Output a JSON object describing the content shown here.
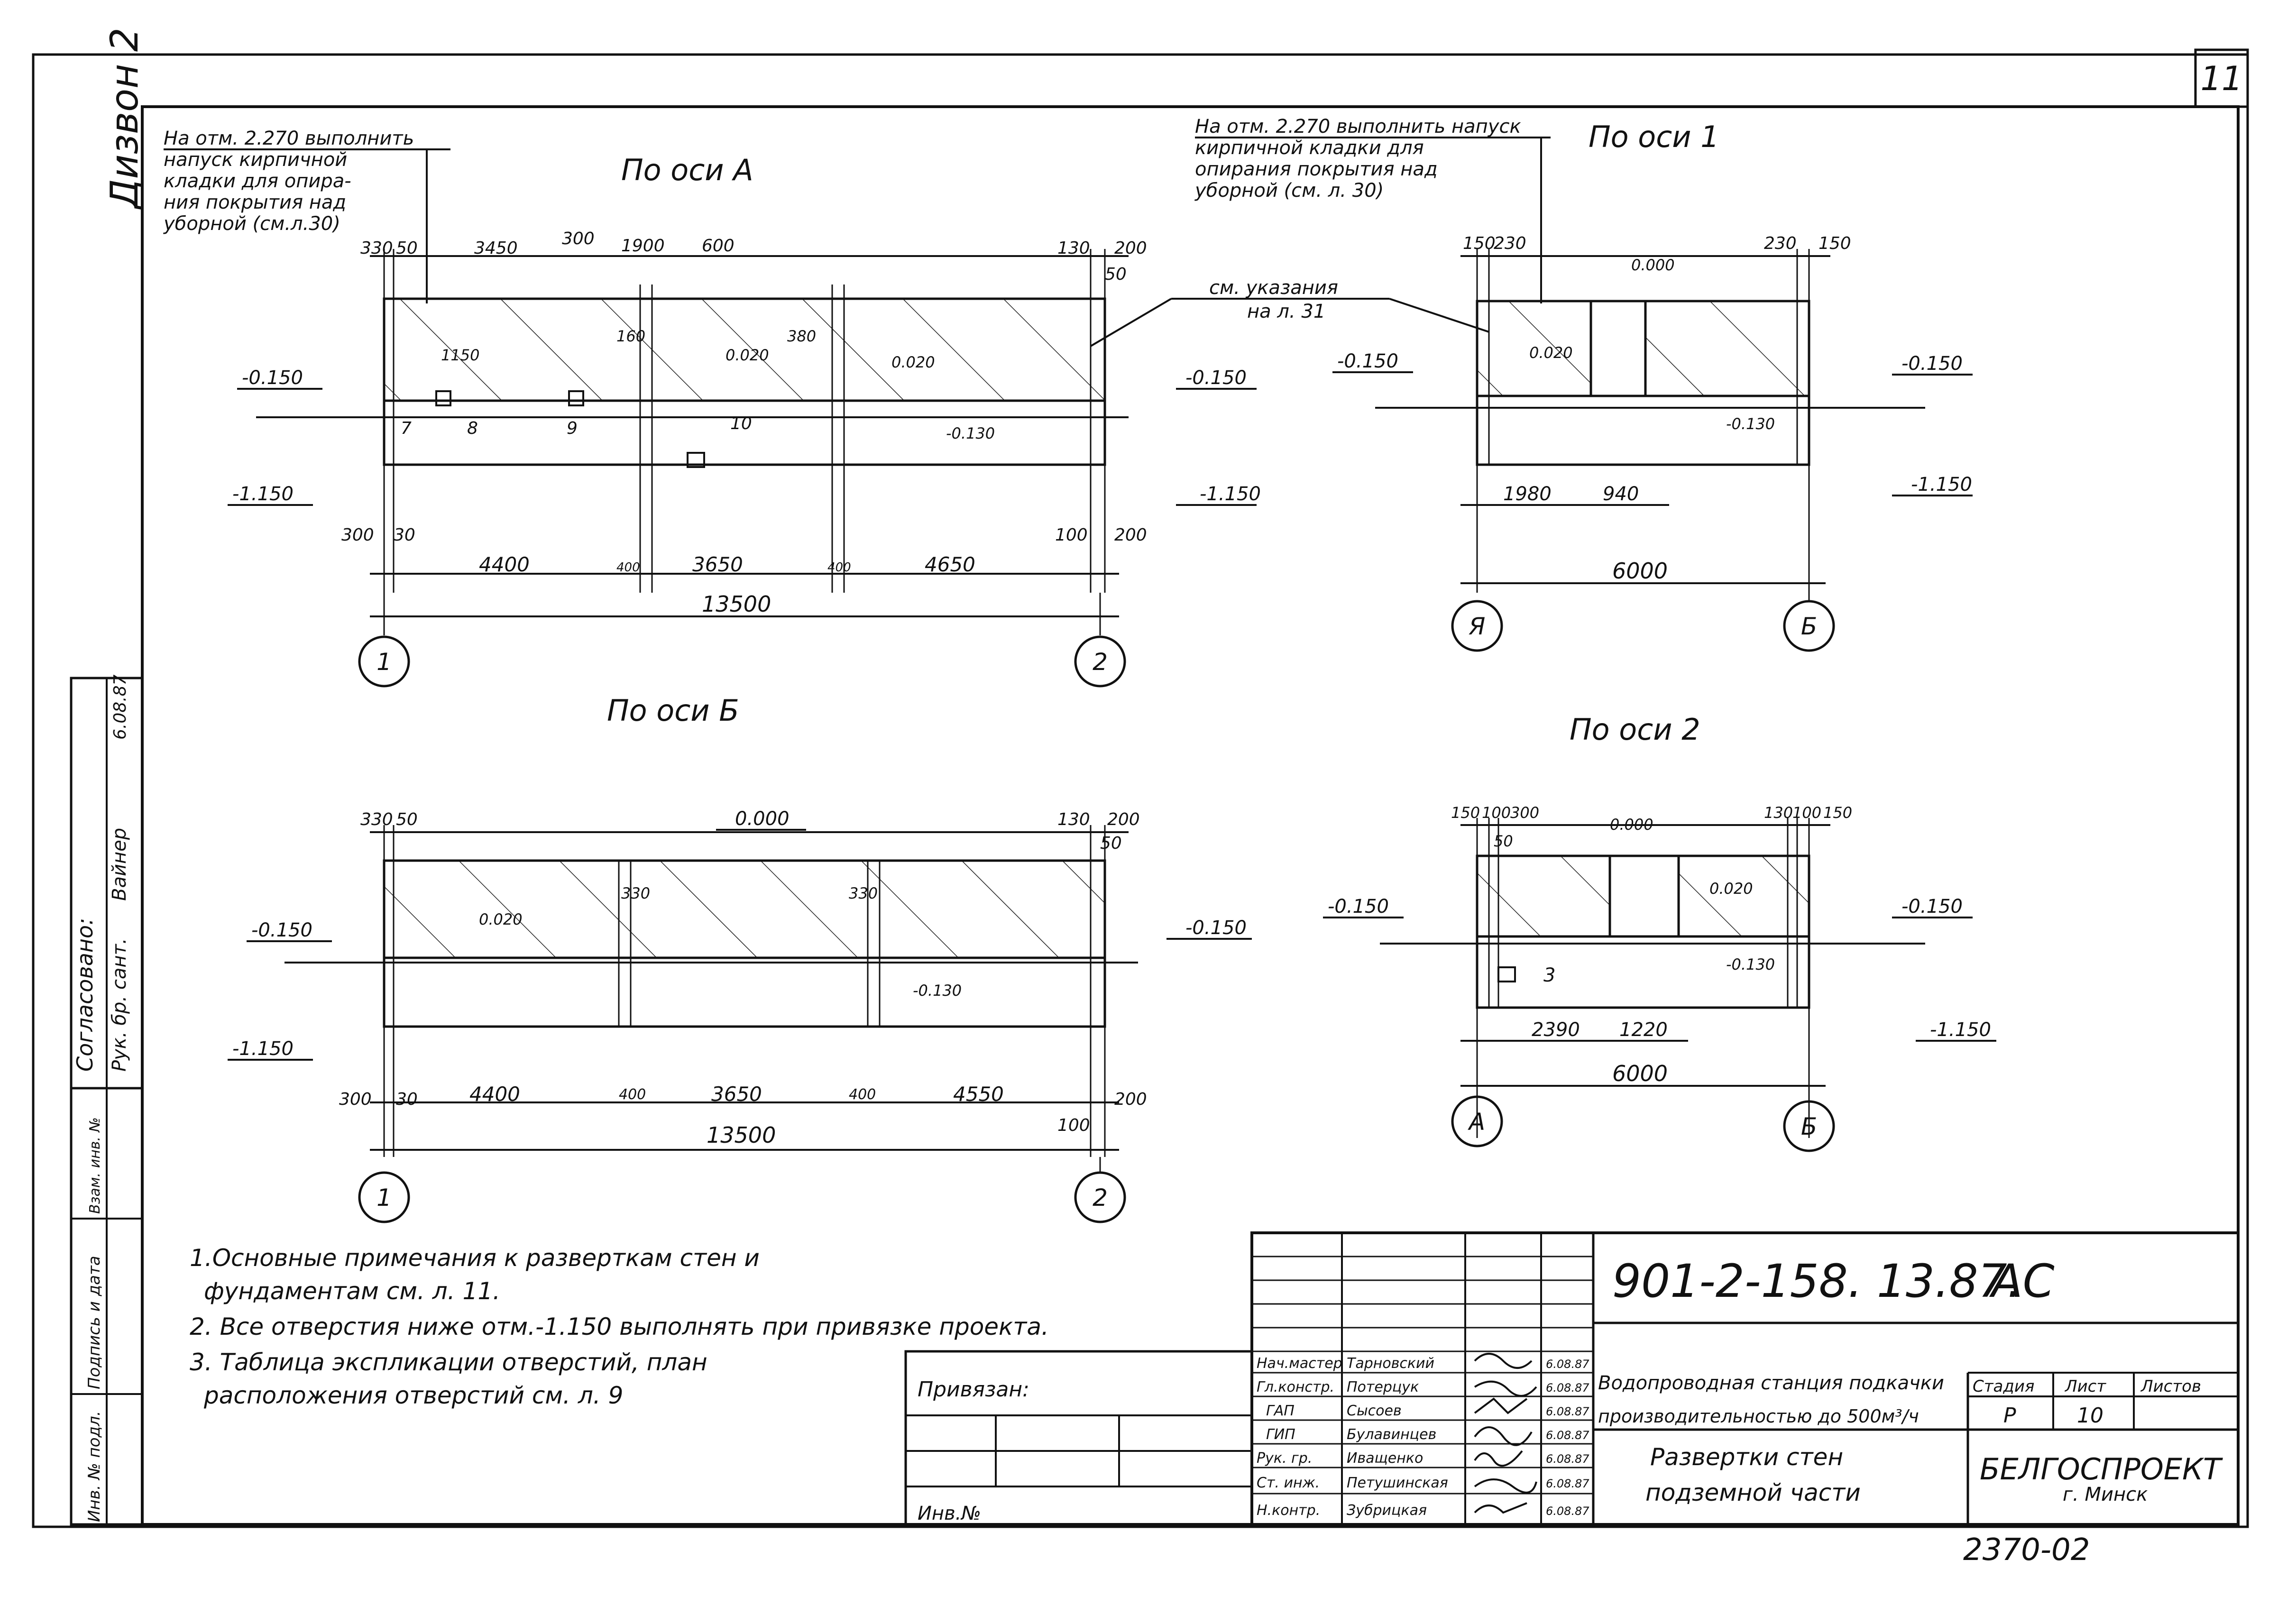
{
  "sheet_number": "11",
  "side_handwritten": "Дизвон 2",
  "views": {
    "axis_a": {
      "title": "По оси А",
      "note": [
        "На отм. 2.270 выполнить",
        "напуск кирпичной",
        "кладки для опира-",
        "ния покрытия над",
        "уборной (см.л.30)"
      ],
      "top_dims": [
        "330",
        "50",
        "3450",
        "300",
        "1900",
        "600",
        "130",
        "200",
        "50"
      ],
      "inner_marks": [
        "1150",
        "160",
        "380",
        "0.020",
        "0.020",
        "-0.130"
      ],
      "left_levels": [
        "-0.150",
        "-1.150"
      ],
      "right_levels": [
        "-0.150",
        "-1.150"
      ],
      "callouts": [
        "7",
        "8",
        "9",
        "10"
      ],
      "bottom_dims": [
        "300",
        "30",
        "100",
        "200",
        "4400",
        "400",
        "3650",
        "400",
        "4650"
      ],
      "total": "13500",
      "axes": [
        "1",
        "2"
      ]
    },
    "axis_1": {
      "title": "По оси 1",
      "note": [
        "На отм. 2.270 выполнить напуск",
        "кирпичной кладки для",
        "опирания покрытия над",
        "уборной (см. л. 30)"
      ],
      "top_dims": [
        "150",
        "230",
        "230",
        "150"
      ],
      "inner_marks": [
        "0.000",
        "0.020",
        "-0.130"
      ],
      "left_level": "-0.150",
      "right_levels": [
        "-0.150",
        "-1.150"
      ],
      "bottom_dims": [
        "1980",
        "940"
      ],
      "total": "6000",
      "axes": [
        "Я",
        "Б"
      ]
    },
    "shared_callout": [
      "см. указания",
      "на л. 31"
    ],
    "axis_b": {
      "title": "По оси Б",
      "top_dims": [
        "330",
        "50",
        "130",
        "200",
        "50"
      ],
      "inner_marks": [
        "0.000",
        "330",
        "330",
        "0.020",
        "-0.130"
      ],
      "left_levels": [
        "-0.150",
        "-1.150"
      ],
      "right_level": "-0.150",
      "bottom_dims": [
        "300",
        "30",
        "4400",
        "400",
        "3650",
        "400",
        "4550",
        "200",
        "100"
      ],
      "total": "13500",
      "axes": [
        "1",
        "2"
      ]
    },
    "axis_2": {
      "title": "По оси 2",
      "top_dims": [
        "150",
        "100",
        "300",
        "50",
        "130",
        "100",
        "150"
      ],
      "inner_marks": [
        "0.000",
        "0.020",
        "-0.130"
      ],
      "left_level": "-0.150",
      "right_levels": [
        "-0.150",
        "-1.150"
      ],
      "callouts": [
        "3"
      ],
      "bottom_dims": [
        "2390",
        "1220"
      ],
      "total": "6000",
      "axes": [
        "А",
        "Б"
      ]
    }
  },
  "notes": [
    "1.Основные примечания к разверткам стен и",
    "фундаментам см. л. 11.",
    "2. Все отверстия ниже отм.-1.150 выполнять при привязке проекта.",
    "3. Таблица экспликации отверстий, план",
    "расположения отверстий см. л. 9"
  ],
  "left_strip": {
    "agreed": "Согласовано:",
    "roles": [
      "Рук. бр. сант.",
      "Вайнер"
    ],
    "date": "6.08.87",
    "stamp_fields": [
      "Инв. № подл.",
      "Подпись и дата",
      "Взам. инв. №"
    ]
  },
  "title_block": {
    "code": "901-2-158. 13.87.",
    "code_suffix": "АС",
    "binding": "Привязан:",
    "inv": "Инв.№",
    "staff": [
      {
        "role": "Нач.мастер",
        "name": "Тарновский",
        "date": "6.08.87"
      },
      {
        "role": "Гл.констр.",
        "name": "Потерцук",
        "date": "6.08.87"
      },
      {
        "role": "ГАП",
        "name": "Сысоев",
        "date": "6.08.87"
      },
      {
        "role": "ГИП",
        "name": "Булавинцев",
        "date": "6.08.87"
      },
      {
        "role": "Рук. гр.",
        "name": "Иващенко",
        "date": "6.08.87"
      },
      {
        "role": "Ст. инж.",
        "name": "Петушинская",
        "date": "6.08.87"
      },
      {
        "role": "Н.контр.",
        "name": "Зубрицкая",
        "date": "6.08.87"
      }
    ],
    "project_line1": "Водопроводная станция подкачки",
    "project_line2": "производительностью до 500м³/ч",
    "sheet_title_1": "Развертки стен",
    "sheet_title_2": "подземной части",
    "stage_label": "Стадия",
    "sheet_label": "Лист",
    "sheets_label": "Листов",
    "stage": "Р",
    "sheet": "10",
    "org": "БЕЛГОСПРОЕКТ",
    "city": "г. Минск",
    "archive": "2370-02"
  }
}
